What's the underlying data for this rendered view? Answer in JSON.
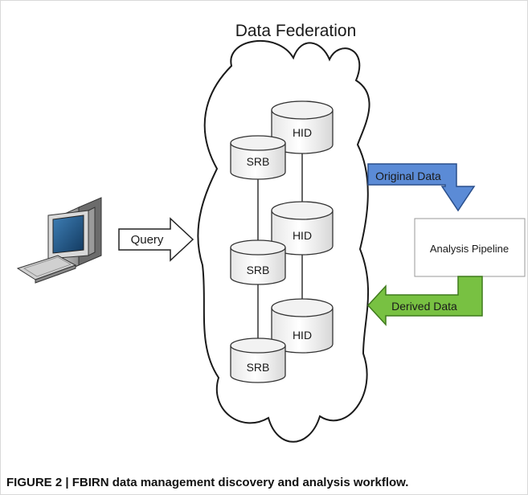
{
  "diagram": {
    "title": "Data Federation",
    "query_label": "Query",
    "original_data_label": "Original Data",
    "derived_data_label": "Derived Data",
    "pipeline_label": "Analysis Pipeline",
    "hid_label": "HID",
    "srb_label": "SRB",
    "icons": {
      "computer": "desktop-computer-icon"
    }
  },
  "colors": {
    "original_arrow": "#5b8bd6",
    "derived_arrow": "#78c142",
    "outline": "#222222"
  },
  "caption": "FIGURE 2 | FBIRN data management discovery and analysis workflow."
}
